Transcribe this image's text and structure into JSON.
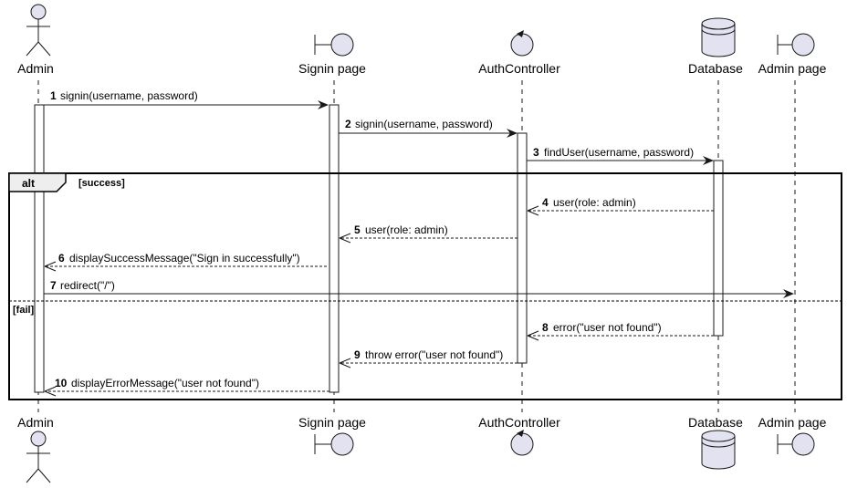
{
  "participants": [
    {
      "id": "admin",
      "label": "Admin",
      "kind": "actor"
    },
    {
      "id": "signin",
      "label": "Signin page",
      "kind": "boundary"
    },
    {
      "id": "auth",
      "label": "AuthController",
      "kind": "control"
    },
    {
      "id": "db",
      "label": "Database",
      "kind": "database"
    },
    {
      "id": "adminpage",
      "label": "Admin page",
      "kind": "boundary"
    }
  ],
  "messages": [
    {
      "num": "1",
      "text": "signin(username, password)",
      "from": "admin",
      "to": "signin",
      "style": "sync"
    },
    {
      "num": "2",
      "text": "signin(username, password)",
      "from": "signin",
      "to": "auth",
      "style": "sync"
    },
    {
      "num": "3",
      "text": "findUser(username, password)",
      "from": "auth",
      "to": "db",
      "style": "sync"
    },
    {
      "num": "4",
      "text": "user(role: admin)",
      "from": "db",
      "to": "auth",
      "style": "return"
    },
    {
      "num": "5",
      "text": "user(role: admin)",
      "from": "auth",
      "to": "signin",
      "style": "return"
    },
    {
      "num": "6",
      "text": "displaySuccessMessage(\"Sign in successfully\")",
      "from": "signin",
      "to": "admin",
      "style": "return"
    },
    {
      "num": "7",
      "text": "redirect(\"/\")",
      "from": "admin",
      "to": "adminpage",
      "style": "sync"
    },
    {
      "num": "8",
      "text": "error(\"user not found\")",
      "from": "db",
      "to": "auth",
      "style": "return"
    },
    {
      "num": "9",
      "text": "throw error(\"user not found\")",
      "from": "auth",
      "to": "signin",
      "style": "return"
    },
    {
      "num": "10",
      "text": "displayErrorMessage(\"user not found\")",
      "from": "signin",
      "to": "admin",
      "style": "return"
    }
  ],
  "alt_frame": {
    "label": "alt",
    "guards": [
      "[success]",
      "[fail]"
    ]
  },
  "colors": {
    "participant_fill": "#e2e2f0",
    "participant_stroke": "#181818",
    "frame_tab_fill": "#eeeeee",
    "lifeline": "#181818"
  }
}
